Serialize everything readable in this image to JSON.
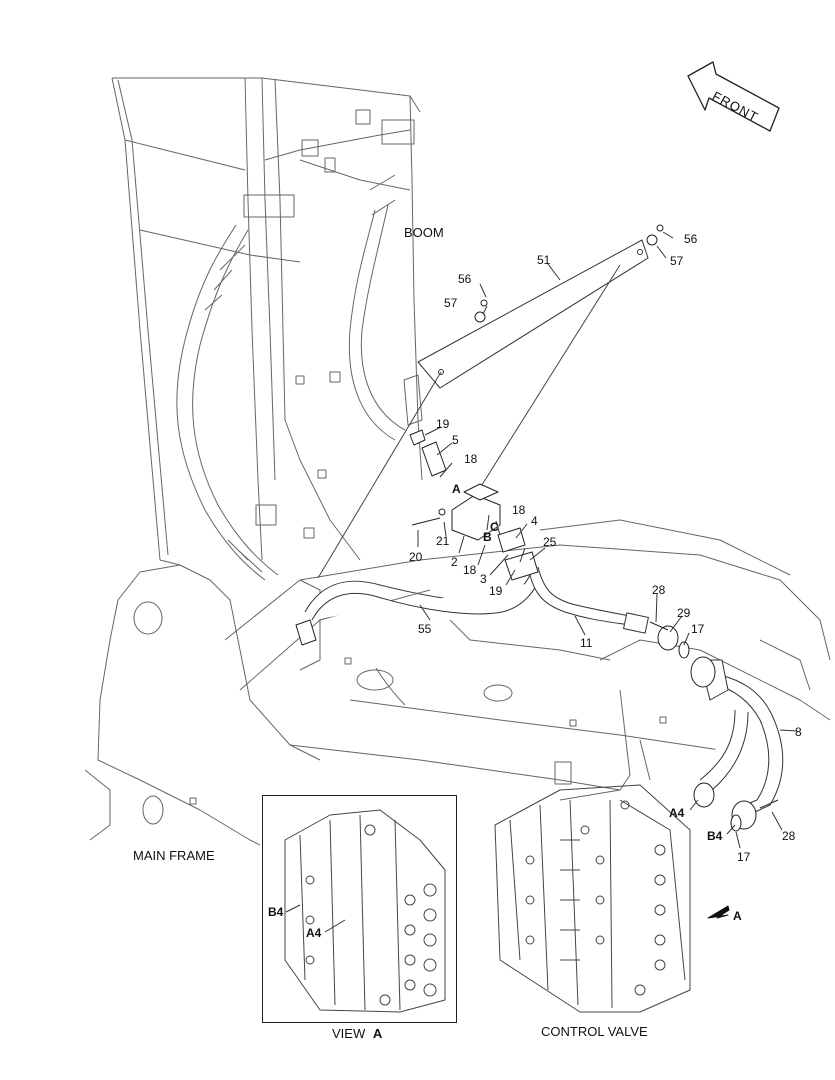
{
  "labels": {
    "boom": "BOOM",
    "main_frame": "MAIN FRAME",
    "control_valve": "CONTROL VALVE",
    "front": "FRONT",
    "view_prefix": "VIEW",
    "view_letter": "A"
  },
  "callouts": {
    "p56a": "56",
    "p57a": "57",
    "p56b": "56",
    "p57b": "57",
    "p51": "51",
    "p19a": "19",
    "p5": "5",
    "p18a": "18",
    "pA": "A",
    "p18b": "18",
    "pC": "C",
    "p4": "4",
    "pB": "B",
    "p21": "21",
    "p20": "20",
    "p2": "2",
    "p18c": "18",
    "p25": "25",
    "p3": "3",
    "p19b": "19",
    "p28a": "28",
    "p29": "29",
    "p17a": "17",
    "p55": "55",
    "p11": "11",
    "p8": "8",
    "pA4a": "A4",
    "pB4a": "B4",
    "p17b": "17",
    "p28b": "28",
    "pArrowA": "A",
    "pB4b": "B4",
    "pA4b": "A4"
  },
  "colors": {
    "line": "#555555",
    "dark": "#222222",
    "fill": "#ffffff"
  }
}
